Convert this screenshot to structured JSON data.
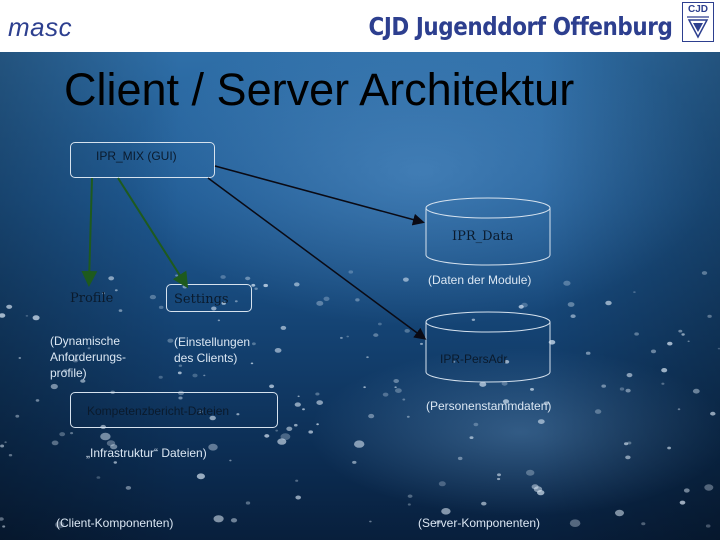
{
  "header": {
    "brand_left": "masc",
    "brand_right": "CJD Jugenddorf Offenburg",
    "logo_text": "CJD"
  },
  "slide": {
    "title": "Client / Server Architektur"
  },
  "diagram": {
    "gui_box": "IPR_MIX (GUI)",
    "data_db": "IPR_Data",
    "data_db_caption": "(Daten der Module)",
    "profile": "Profile",
    "profile_caption": "(Dynamische\nAnforderungs-\nprofile)",
    "settings": "Settings",
    "settings_caption": "(Einstellungen\ndes Clients)",
    "persadr_db": "IPR-PersAdr",
    "persadr_caption": "(Personenstammdaten)",
    "kompetenz": "Kompetenzbericht-Dateien",
    "infrastruktur": "„Infrastruktur“ Dateien)",
    "client_label": "(Client-Komponenten)",
    "server_label": "(Server-Komponenten)"
  },
  "colors": {
    "arrow_green": "#1e5a1e",
    "arrow_dark": "#0a0a14",
    "box_border": "#d6e2ee",
    "brand_blue": "#2d3f8f"
  }
}
